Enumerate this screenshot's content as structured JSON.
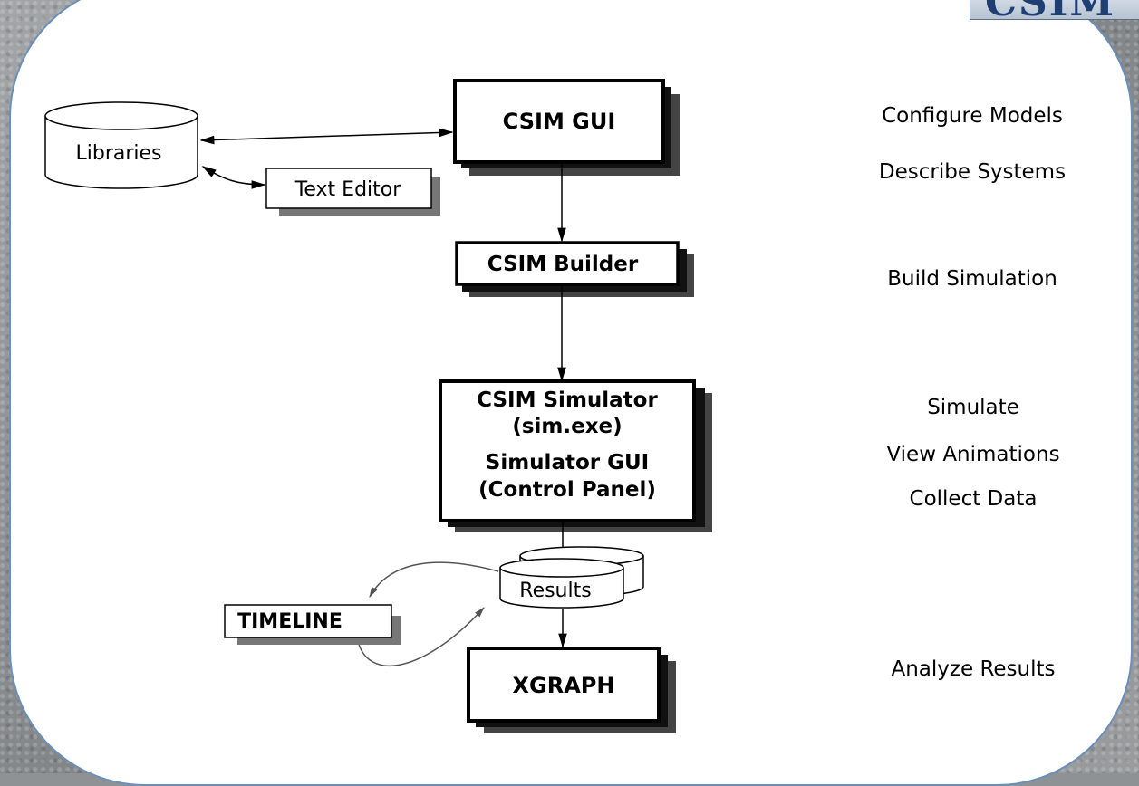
{
  "logo": {
    "text": "CSIM"
  },
  "nodes": {
    "csim_gui": "CSIM GUI",
    "libraries": "Libraries",
    "text_editor": "Text Editor",
    "csim_builder": "CSIM Builder",
    "simulator_line1": "CSIM Simulator",
    "simulator_line2": "(sim.exe)",
    "simulator_line3": "Simulator GUI",
    "simulator_line4": "(Control Panel)",
    "results": "Results",
    "timeline": "TIMELINE",
    "xgraph": "XGRAPH"
  },
  "steps": {
    "configure_models": "Configure Models",
    "describe_systems": "Describe Systems",
    "build_simulation": "Build Simulation",
    "simulate": "Simulate",
    "view_animations": "View Animations",
    "collect_data": "Collect Data",
    "analyze_results": "Analyze Results"
  }
}
